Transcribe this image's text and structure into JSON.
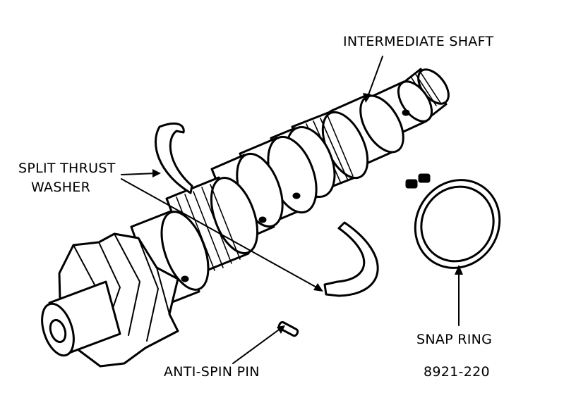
{
  "diagram": {
    "labels": {
      "intermediate_shaft": "INTERMEDIATE SHAFT",
      "split_thrust_line1": "SPLIT THRUST",
      "split_thrust_line2": "WASHER",
      "snap_ring": "SNAP RING",
      "anti_spin_pin": "ANTI-SPIN PIN",
      "figure_number": "8921-220"
    },
    "colors": {
      "ink": "#000000",
      "paper": "#ffffff"
    }
  }
}
